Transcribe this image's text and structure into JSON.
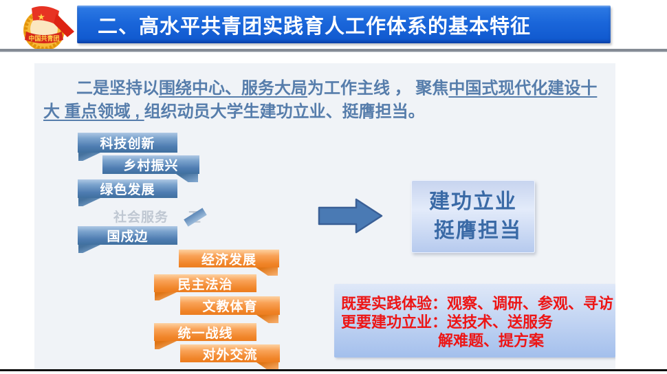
{
  "header": {
    "title": "二、高水平共青团实践育人工作体系的基本特征",
    "banner_color": "#1a66da",
    "emblem": {
      "name": "communist-youth-league-emblem",
      "band_text": "中国共青团",
      "star": "★"
    }
  },
  "intro": {
    "segments": [
      {
        "text": "二是坚持以",
        "underline": false
      },
      {
        "text": "围绕中心、服务大局",
        "underline": true
      },
      {
        "text": "为工作主线 ， 聚焦",
        "underline": false
      },
      {
        "text": "中国式现代化建设十大 重点领域 , ",
        "underline": true
      },
      {
        "text": "组织动员大学生建功立业、挺膺担当。",
        "underline": false
      }
    ]
  },
  "fields": {
    "blue": [
      "科技创新",
      "乡村振兴",
      "绿色发展",
      "国戍边"
    ],
    "ghost": {
      "label": "社会服务",
      "stray": "卫"
    },
    "orange": [
      "经济发展",
      "民主法治",
      "文教体育",
      "统一战线",
      "对外交流"
    ]
  },
  "result_box": {
    "line1": "建功立业",
    "line2": "挺膺担当"
  },
  "note_box": {
    "lines": [
      "既要实践体验：观察、调研、参观、寻访",
      "更要建功立业：送技术、送服务",
      "解难题、提方案"
    ]
  },
  "colors": {
    "banner_blue": "#1a66da",
    "ribbon_blue": "#4e7cb1",
    "ribbon_orange": "#f08428",
    "body_text": "#567dab",
    "result_text": "#3a6aa6",
    "note_text": "#ed1515",
    "panel_bg": "#f0f3f7"
  }
}
